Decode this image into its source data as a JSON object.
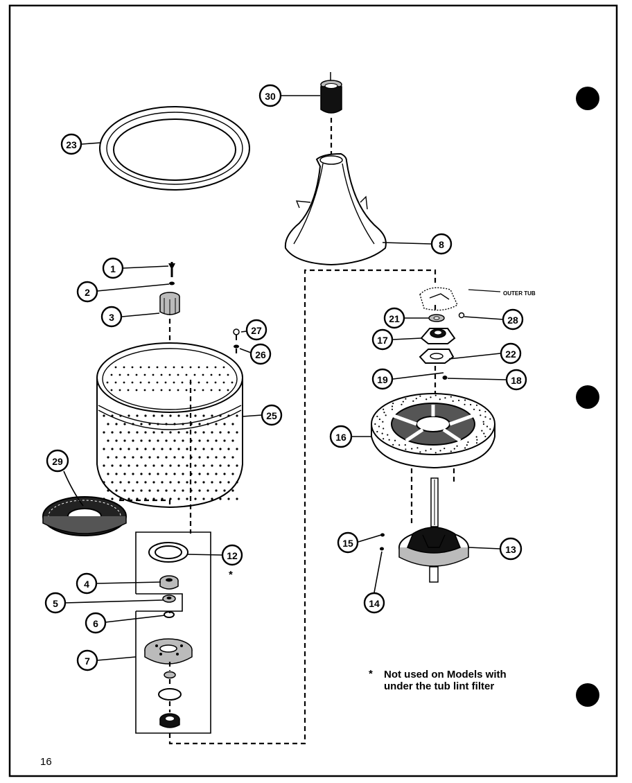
{
  "callouts": {
    "c1": "1",
    "c2": "2",
    "c3": "3",
    "c4": "4",
    "c5": "5",
    "c6": "6",
    "c7": "7",
    "c8": "8",
    "c12": "12",
    "c13": "13",
    "c14": "14",
    "c15": "15",
    "c16": "16",
    "c17": "17",
    "c18": "18",
    "c19": "19",
    "c21": "21",
    "c22": "22",
    "c23": "23",
    "c25": "25",
    "c26": "26",
    "c27": "27",
    "c28": "28",
    "c29": "29",
    "c30": "30"
  },
  "labels": {
    "outer_tub": "OUTER TUB",
    "asterisk": "*"
  },
  "footnote": {
    "star": "*",
    "line1": "Not used on Models with",
    "line2": "under the tub lint filter"
  },
  "page_number": "16"
}
